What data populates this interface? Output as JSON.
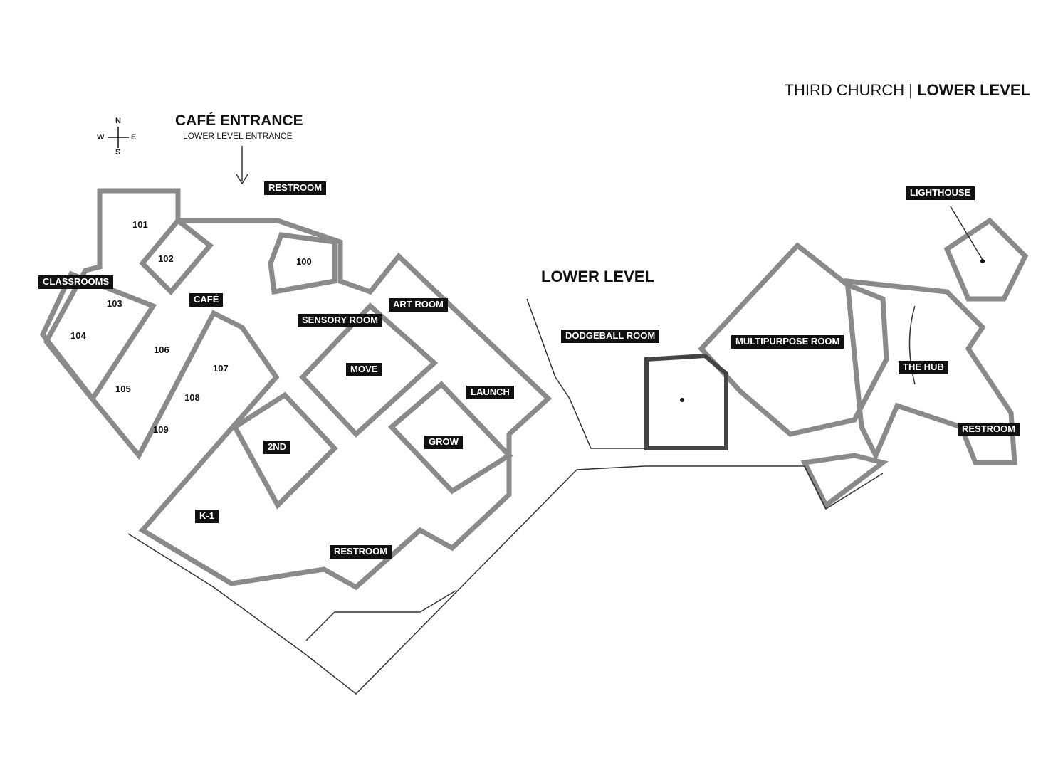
{
  "title": {
    "prefix": "THIRD CHURCH | ",
    "bold": "LOWER LEVEL"
  },
  "entrance": {
    "title": "CAFÉ ENTRANCE",
    "subtitle": "LOWER LEVEL ENTRANCE"
  },
  "level_heading": "LOWER LEVEL",
  "compass": {
    "n": "N",
    "s": "S",
    "e": "E",
    "w": "W"
  },
  "labels": {
    "restroom_top": "RESTROOM",
    "classrooms": "CLASSROOMS",
    "cafe": "CAFÉ",
    "sensory_room": "SENSORY ROOM",
    "art_room": "ART ROOM",
    "move": "MOVE",
    "launch": "LAUNCH",
    "grow": "GROW",
    "second": "2ND",
    "k1": "K-1",
    "restroom_bottom": "RESTROOM",
    "dodgeball_room": "DODGEBALL ROOM",
    "multipurpose_room": "MULTIPURPOSE ROOM",
    "lighthouse": "LIGHTHOUSE",
    "the_hub": "THE HUB",
    "restroom_right": "RESTROOM"
  },
  "rooms": {
    "r100": "100",
    "r101": "101",
    "r102": "102",
    "r103": "103",
    "r104": "104",
    "r105": "105",
    "r106": "106",
    "r107": "107",
    "r108": "108",
    "r109": "109"
  },
  "colors": {
    "wall": "#8a8a8a",
    "line": "#333333",
    "label_bg": "#111111",
    "label_text": "#ffffff"
  }
}
